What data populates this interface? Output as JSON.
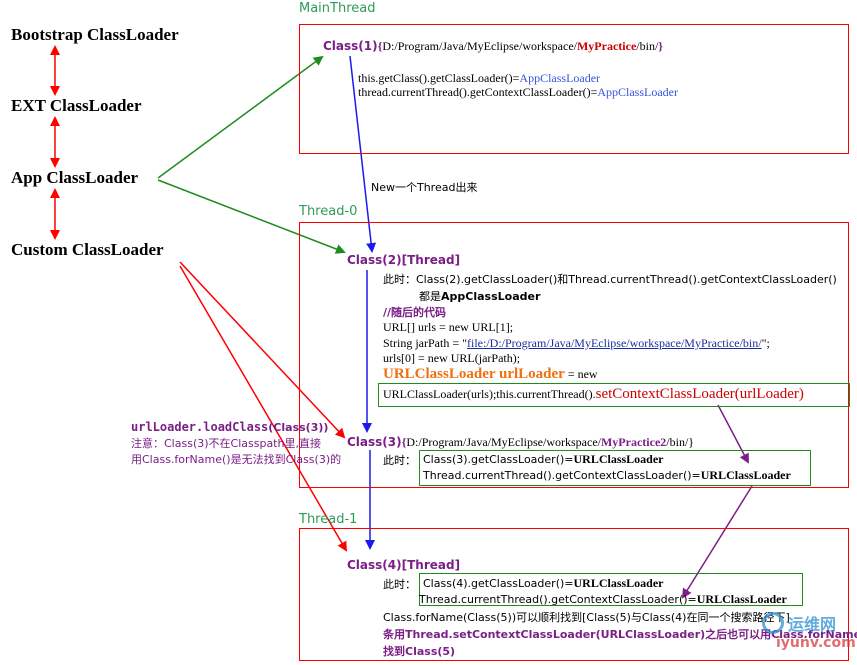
{
  "loaders": {
    "bootstrap": "Bootstrap ClassLoader",
    "ext": "EXT ClassLoader",
    "app": "App ClassLoader",
    "custom": "Custom ClassLoader"
  },
  "threads": {
    "main": "MainThread",
    "t0": "Thread-0",
    "t1": "Thread-1"
  },
  "main_box": {
    "class1_label": "Class(1)",
    "class1_path_open": "{",
    "class1_path_pre": "D:/Program/Java/MyEclipse/workspace/",
    "class1_path_proj": "MyPractice",
    "class1_path_post": "/bin/",
    "class1_path_close": "}",
    "line1_code": "this.getClass().getClassLoader()=",
    "line1_val": "AppClassLoader",
    "line2_code": "thread.currentThread().getContextClassLoader()=",
    "line2_val": "AppClassLoader"
  },
  "new_thread_note": "New一个Thread出来",
  "t0_box": {
    "class2_label": "Class(2)[Thread]",
    "note_prefix": "此时：",
    "note_text": "Class(2).getClassLoader()和Thread.currentThread().getContextClassLoader()",
    "note_text2_pre": "都是",
    "note_text2_val": "AppClassLoader",
    "comment": "//随后的代码",
    "code1": "URL[] urls = new URL[1];",
    "code2_pre": "String jarPath = \"",
    "code2_link": "file:/D:/Program/Java/MyEclipse/workspace/MyPractice/bin/",
    "code2_post": "\";",
    "code3": "urls[0] = new URL(jarPath);",
    "code4_orange": "URLClassLoader urlLoader",
    "code4_rest": " = new",
    "code5_pre": "URLClassLoader(urls);this.currentThread().",
    "code5_red": "setContextClassLoader(urlLoader)",
    "class3_label": "Class(3)",
    "class3_path_open": "{",
    "class3_path_pre": "D:/Program/Java/MyEclipse/workspace/",
    "class3_path_proj": "MyPractice2",
    "class3_path_post": "/bin/",
    "class3_path_close": "}",
    "note3_prefix": "此时：",
    "note3_line1_code": "Class(3).getClassLoader()=",
    "note3_line1_val": "URLClassLoader",
    "note3_line2_code": "Thread.currentThread().getContextClassLoader()=",
    "note3_line2_val": "URLClassLoader"
  },
  "left_note": {
    "line1_mono": "urlLoader.loadClass",
    "line1_arg": "(Class(3))",
    "line2": "注意：Class(3)不在Classpath里,直接",
    "line3": "用Class.forName()是无法找到Class(3)的"
  },
  "t1_box": {
    "class4_label": "Class(4)[Thread]",
    "note_prefix": "此时：",
    "line1_code": "Class(4).getClassLoader()=",
    "line1_val": "URLClassLoader",
    "line2_code": "Thread.currentThread().getContextClassLoader()=",
    "line2_val": "URLClassLoader",
    "line3": "Class.forName(Class(5))可以顺利找到[Class(5)与Class(4)在同一个搜索路径下]",
    "line4": "条用Thread.setContextClassLoader(URLClassLoader)之后也可以用Class.forName",
    "line5": "找到Class(5)"
  },
  "watermark": {
    "cn": "运维网",
    "url": "iyunv.com"
  },
  "colors": {
    "red": "#ff0000",
    "green": "#1e8c1e",
    "blue": "#1a1aee",
    "purple": "#7a1f86",
    "thread_label": "#2e9b57",
    "orange": "#f07010"
  }
}
